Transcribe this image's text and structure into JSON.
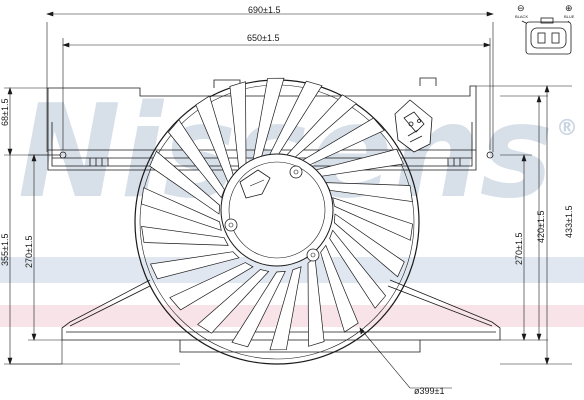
{
  "watermark": {
    "text": "Nissens",
    "registered_mark": "®",
    "color": "#b7c6d8",
    "band_blue": "#c6d3e3",
    "band_pink": "#f1ccd5"
  },
  "dimensions": {
    "overall_width": "690±1.5",
    "mount_width": "650±1.5",
    "top_offset": "68±1.5",
    "left_height_outer": "355±1.5",
    "left_height_inner": "270±1.5",
    "right_height_total": "433±1.5",
    "right_height_mid": "420±1.5",
    "right_height_inner": "270±1.5",
    "fan_diameter": "ø399±1"
  },
  "connector": {
    "minus_symbol": "⊖",
    "plus_symbol": "⊕",
    "minus_color_label": "BLACK",
    "plus_color_label": "BLUE"
  },
  "colors": {
    "line": "#1a1a1a"
  }
}
